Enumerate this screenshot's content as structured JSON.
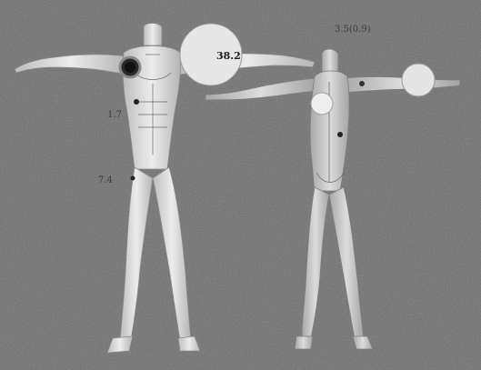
{
  "labels": {
    "front_shoulder_value": "38.2",
    "front_chest_value": "1.7",
    "front_thigh_value": "7.4",
    "back_top_value": "3.5(0.9)"
  },
  "colors": {
    "background": "#6b6b6b",
    "body_fill": "#d9d9d9",
    "marker_light": "#e6e6e6",
    "marker_dark": "#111111"
  }
}
